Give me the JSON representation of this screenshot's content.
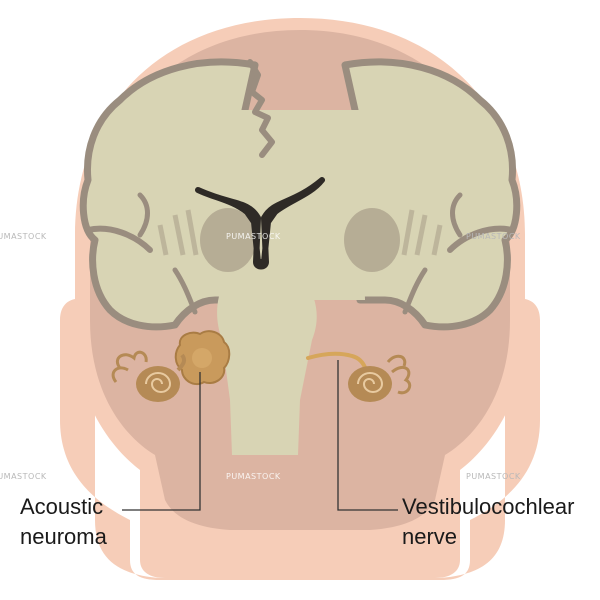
{
  "labels": {
    "acoustic_neuroma": [
      "Acoustic",
      "neuroma"
    ],
    "vestibulocochlear_nerve": [
      "Vestibulocochlear",
      "nerve"
    ]
  },
  "watermark": {
    "text": "PUMASTOCK"
  },
  "colors": {
    "skin_outer": "#f6cdb8",
    "skull": "#dcb4a2",
    "brain_border": "#9a8d7f",
    "brain_fill": "#d8d4b4",
    "ventricle": "#2e2a26",
    "tumor": "#c99a5c",
    "ear": "#b58a55",
    "leader_line": "#333333"
  }
}
